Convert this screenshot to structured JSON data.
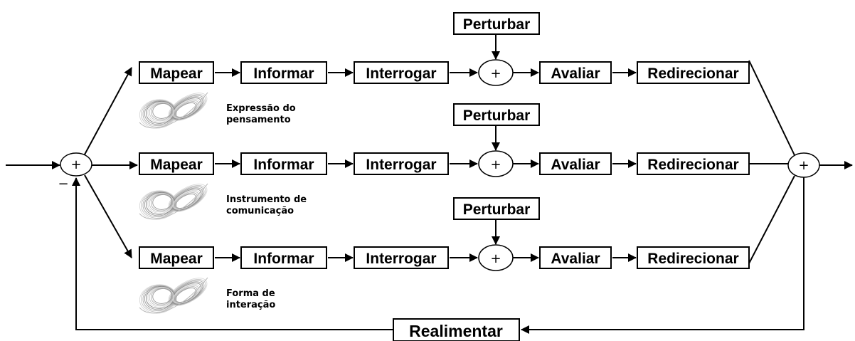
{
  "rows": [
    {
      "blocks": [
        "Mapear",
        "Informar",
        "Interrogar",
        "Avaliar",
        "Redirecionar"
      ],
      "perturb": "Perturbar",
      "sum_symbol": "+",
      "caption": [
        "Expressão do",
        "pensamento"
      ]
    },
    {
      "blocks": [
        "Mapear",
        "Informar",
        "Interrogar",
        "Avaliar",
        "Redirecionar"
      ],
      "perturb": "Perturbar",
      "sum_symbol": "+",
      "caption": [
        "Instrumento de",
        "comunicação"
      ]
    },
    {
      "blocks": [
        "Mapear",
        "Informar",
        "Interrogar",
        "Avaliar",
        "Redirecionar"
      ],
      "perturb": "Perturbar",
      "sum_symbol": "+",
      "caption": [
        "Forma de",
        "interação"
      ]
    }
  ],
  "input_sum": {
    "symbol": "+",
    "minus": "−"
  },
  "output_sum": {
    "symbol": "+"
  },
  "feedback": {
    "label": "Realimentar"
  },
  "attractor_icon": "lorenz-attractor-icon"
}
